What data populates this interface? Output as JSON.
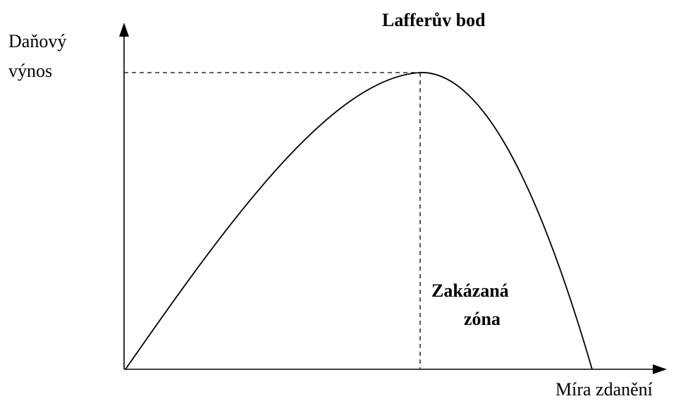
{
  "y_axis_label_line1": "Daňový",
  "y_axis_label_line2": "výnos",
  "x_axis_label": "Míra zdanění",
  "peak_label": "Lafferův bod",
  "zone_label_line1": "Zakázaná",
  "zone_label_line2": "zóna",
  "stroke_color": "#000000",
  "background_color": "#ffffff"
}
